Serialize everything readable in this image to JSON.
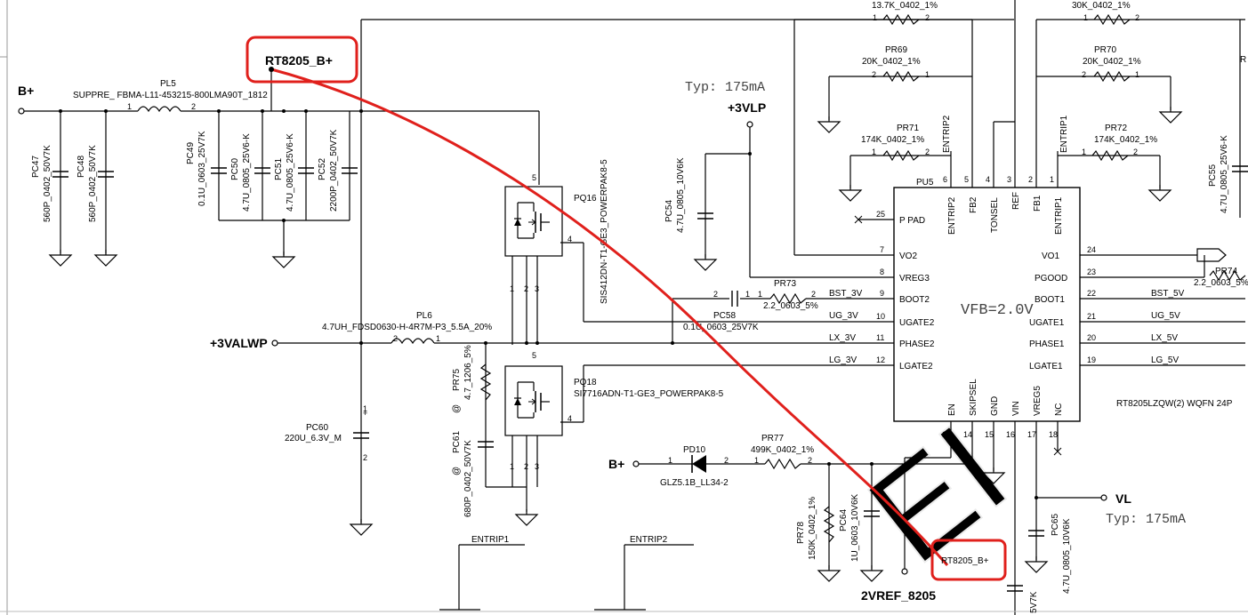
{
  "highlight_callout": "RT8205_B+",
  "highlight_target": "RT8205_B+",
  "nets": {
    "b_plus_left": "B+",
    "b_plus_mid": "B+",
    "v3vlp": "+3VLP",
    "v3valwp": "+3VALWP",
    "vl": "VL",
    "v2vref": "2VREF_8205",
    "entrip1": "ENTRIP1",
    "entrip2": "ENTRIP2",
    "bst_3v": "BST_3V",
    "ug_3v": "UG_3V",
    "lx_3v": "LX_3V",
    "lg_3v": "LG_3V",
    "bst_5v": "BST_5V",
    "ug_5v": "UG_5V",
    "lx_5v": "LX_5V",
    "lg_5v": "LG_5V",
    "entrip2_v": "ENTRIP2",
    "entrip1_v": "ENTRIP1"
  },
  "notes": {
    "typ_top": "Typ: 175mA",
    "typ_bottom": "Typ: 175mA",
    "vfb": "VFB=2.0V"
  },
  "ic": {
    "ref": "PU5",
    "part": "RT8205LZQW(2) WQFN 24P",
    "left_pins": [
      {
        "num": "25",
        "name": "P PAD"
      },
      {
        "num": "7",
        "name": "VO2"
      },
      {
        "num": "8",
        "name": "VREG3"
      },
      {
        "num": "9",
        "name": "BOOT2"
      },
      {
        "num": "10",
        "name": "UGATE2"
      },
      {
        "num": "11",
        "name": "PHASE2"
      },
      {
        "num": "12",
        "name": "LGATE2"
      }
    ],
    "right_pins": [
      {
        "num": "24",
        "name": "VO1"
      },
      {
        "num": "23",
        "name": "PGOOD"
      },
      {
        "num": "22",
        "name": "BOOT1"
      },
      {
        "num": "21",
        "name": "UGATE1"
      },
      {
        "num": "20",
        "name": "PHASE1"
      },
      {
        "num": "19",
        "name": "LGATE1"
      }
    ],
    "top_pins": [
      {
        "num": "6",
        "name": "ENTRIP2"
      },
      {
        "num": "5",
        "name": "FB2"
      },
      {
        "num": "4",
        "name": "TONSEL"
      },
      {
        "num": "3",
        "name": "REF"
      },
      {
        "num": "2",
        "name": "FB1"
      },
      {
        "num": "1",
        "name": "ENTRIP1"
      }
    ],
    "bottom_pins": [
      {
        "num": "13",
        "name": "EN"
      },
      {
        "num": "14",
        "name": "SKIPSEL"
      },
      {
        "num": "15",
        "name": "GND"
      },
      {
        "num": "16",
        "name": "VIN"
      },
      {
        "num": "17",
        "name": "VREG5"
      },
      {
        "num": "18",
        "name": "NC"
      }
    ]
  },
  "parts": {
    "pl5_ref": "PL5",
    "pl5_val": "SUPPRE_ FBMA-L11-453215-800LMA90T_1812",
    "pc47_ref": "PC47",
    "pc47_val": "560P_0402_50V7K",
    "pc48_ref": "PC48",
    "pc48_val": "560P_0402_50V7K",
    "pc49_ref": "PC49",
    "pc49_val": "0.1U_0603_25V7K",
    "pc50_ref": "PC50",
    "pc50_val": "4.7U_0805_25V6-K",
    "pc51_ref": "PC51",
    "pc51_val": "4.7U_0805_25V6-K",
    "pc52_ref": "PC52",
    "pc52_val": "2200P_0402_50V7K",
    "pq16_ref": "PQ16",
    "pq16_val": "SIS412DN-T1-GE3_POWERPAK8-5",
    "pq18_ref": "PQ18",
    "pq18_val": "SI7716ADN-T1-GE3_POWERPAK8-5",
    "pl6_ref": "PL6",
    "pl6_val": "4.7UH_FDSD0630-H-4R7M-P3_5.5A_20%",
    "pr75_ref": "PR75",
    "pr75_val": "4.7_1206_5%",
    "pc61_ref": "PC61",
    "pc61_val": "680P_0402_50V7K",
    "pc60_ref": "PC60",
    "pc60_val": "220U_6.3V_M",
    "pc54_ref": "PC54",
    "pc54_val": "4.7U_0805_10V6K",
    "pc58_ref": "PC58",
    "pc58_val": "0.1U_0603_25V7K",
    "pr73_ref": "PR73",
    "pr73_val": "2.2_0603_5%",
    "pd10_ref": "PD10",
    "pd10_val": "GLZ5.1B_LL34-2",
    "pr77_ref": "PR77",
    "pr77_val": "499K_0402_1%",
    "pr78_ref": "PR78",
    "pr78_val": "150K_0402_1%",
    "pc64_ref": "PC64",
    "pc64_val": "1U_0603_10V6K",
    "pc65_ref": "PC65",
    "pc65_val": "4.7U_0805_10V6K",
    "pr69_ref": "PR69",
    "pr69_val": "20K_0402_1%",
    "pr70_ref": "PR70",
    "pr70_val": "20K_0402_1%",
    "pr71_ref": "PR71",
    "pr71_val": "174K_0402_1%",
    "pr72_ref": "PR72",
    "pr72_val": "174K_0402_1%",
    "pr74_ref": "PR74",
    "pr74_val": "2.2_0603_5%",
    "pc55_ref": "PC55",
    "pc55_val": "4.7U_0805_25V6-K",
    "top_r1_val": "13.7K_0402_1%",
    "top_r2_val": "30K_0402_1%"
  },
  "colors": {
    "highlight": "#e0201c",
    "wire": "#000000",
    "note": "#444444"
  }
}
